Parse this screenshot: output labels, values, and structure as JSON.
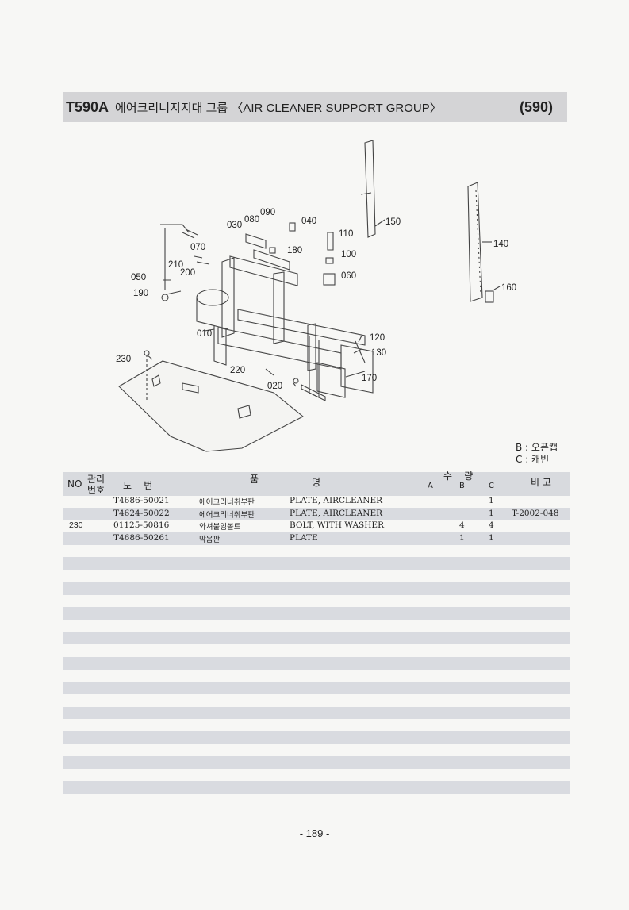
{
  "header": {
    "code": "T590A",
    "title": "에어크리너지지대 그룹 〈AIR CLEANER SUPPORT GROUP〉",
    "page_ref": "(590)"
  },
  "callouts": [
    "010",
    "020",
    "030",
    "040",
    "050",
    "060",
    "070",
    "080",
    "090",
    "100",
    "110",
    "120",
    "130",
    "140",
    "150",
    "160",
    "170",
    "180",
    "190",
    "200",
    "210",
    "220",
    "230"
  ],
  "legend": {
    "b": "B : 오픈캡",
    "c": "C : 캐빈"
  },
  "table": {
    "headers": {
      "no": "NO",
      "mgmt_top": "관리",
      "mgmt_bottom": "번호",
      "part_no": "도    번",
      "name_left": "품",
      "name_right": "명",
      "qty": "수    량",
      "qty_a": "A",
      "qty_b": "B",
      "qty_c": "C",
      "remark": "비 고"
    },
    "rows": [
      {
        "no": "",
        "part_no": "T4686-50021",
        "kname": "에어크리너취부판",
        "ename": "PLATE, AIRCLEANER",
        "qa": "",
        "qb": "",
        "qc": "1",
        "remark": ""
      },
      {
        "no": "",
        "part_no": "T4624-50022",
        "kname": "에어크리너취부판",
        "ename": "PLATE, AIRCLEANER",
        "qa": "",
        "qb": "",
        "qc": "1",
        "remark": "T-2002-048"
      },
      {
        "no": "230",
        "part_no": "01125-50816",
        "kname": "와셔붙임볼트",
        "ename": "BOLT, WITH WASHER",
        "qa": "",
        "qb": "4",
        "qc": "4",
        "remark": ""
      },
      {
        "no": "",
        "part_no": "T4686-50261",
        "kname": "막음판",
        "ename": "PLATE",
        "qa": "",
        "qb": "1",
        "qc": "1",
        "remark": ""
      },
      {
        "no": "",
        "part_no": "",
        "kname": "",
        "ename": "",
        "qa": "",
        "qb": "",
        "qc": "",
        "remark": ""
      },
      {
        "no": "",
        "part_no": "",
        "kname": "",
        "ename": "",
        "qa": "",
        "qb": "",
        "qc": "",
        "remark": ""
      },
      {
        "no": "",
        "part_no": "",
        "kname": "",
        "ename": "",
        "qa": "",
        "qb": "",
        "qc": "",
        "remark": ""
      },
      {
        "no": "",
        "part_no": "",
        "kname": "",
        "ename": "",
        "qa": "",
        "qb": "",
        "qc": "",
        "remark": ""
      },
      {
        "no": "",
        "part_no": "",
        "kname": "",
        "ename": "",
        "qa": "",
        "qb": "",
        "qc": "",
        "remark": ""
      },
      {
        "no": "",
        "part_no": "",
        "kname": "",
        "ename": "",
        "qa": "",
        "qb": "",
        "qc": "",
        "remark": ""
      },
      {
        "no": "",
        "part_no": "",
        "kname": "",
        "ename": "",
        "qa": "",
        "qb": "",
        "qc": "",
        "remark": ""
      },
      {
        "no": "",
        "part_no": "",
        "kname": "",
        "ename": "",
        "qa": "",
        "qb": "",
        "qc": "",
        "remark": ""
      },
      {
        "no": "",
        "part_no": "",
        "kname": "",
        "ename": "",
        "qa": "",
        "qb": "",
        "qc": "",
        "remark": ""
      },
      {
        "no": "",
        "part_no": "",
        "kname": "",
        "ename": "",
        "qa": "",
        "qb": "",
        "qc": "",
        "remark": ""
      },
      {
        "no": "",
        "part_no": "",
        "kname": "",
        "ename": "",
        "qa": "",
        "qb": "",
        "qc": "",
        "remark": ""
      },
      {
        "no": "",
        "part_no": "",
        "kname": "",
        "ename": "",
        "qa": "",
        "qb": "",
        "qc": "",
        "remark": ""
      },
      {
        "no": "",
        "part_no": "",
        "kname": "",
        "ename": "",
        "qa": "",
        "qb": "",
        "qc": "",
        "remark": ""
      },
      {
        "no": "",
        "part_no": "",
        "kname": "",
        "ename": "",
        "qa": "",
        "qb": "",
        "qc": "",
        "remark": ""
      },
      {
        "no": "",
        "part_no": "",
        "kname": "",
        "ename": "",
        "qa": "",
        "qb": "",
        "qc": "",
        "remark": ""
      },
      {
        "no": "",
        "part_no": "",
        "kname": "",
        "ename": "",
        "qa": "",
        "qb": "",
        "qc": "",
        "remark": ""
      },
      {
        "no": "",
        "part_no": "",
        "kname": "",
        "ename": "",
        "qa": "",
        "qb": "",
        "qc": "",
        "remark": ""
      },
      {
        "no": "",
        "part_no": "",
        "kname": "",
        "ename": "",
        "qa": "",
        "qb": "",
        "qc": "",
        "remark": ""
      },
      {
        "no": "",
        "part_no": "",
        "kname": "",
        "ename": "",
        "qa": "",
        "qb": "",
        "qc": "",
        "remark": ""
      },
      {
        "no": "",
        "part_no": "",
        "kname": "",
        "ename": "",
        "qa": "",
        "qb": "",
        "qc": "",
        "remark": ""
      }
    ]
  },
  "footer": {
    "page_number": "- 189 -"
  }
}
